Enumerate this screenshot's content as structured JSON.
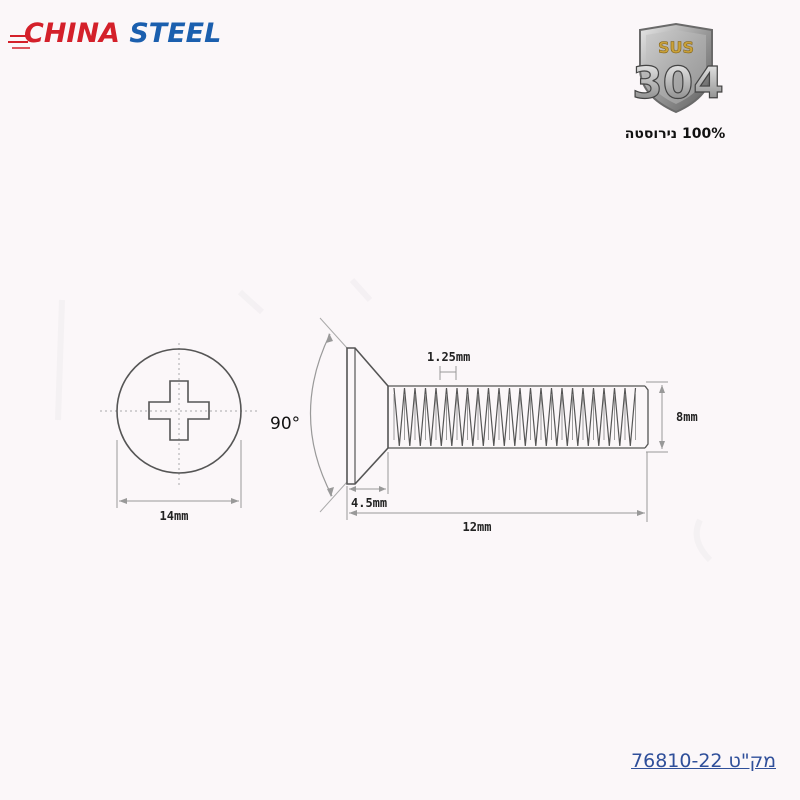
{
  "brand": {
    "word1": "CHINA",
    "word2": "STEEL",
    "color1": "#d4202a",
    "color2": "#1b5fae"
  },
  "material_badge": {
    "grade_top": "SUS",
    "grade_number": "304",
    "caption": "100% נירוסטה"
  },
  "drawing": {
    "head_view": {
      "diameter_label": "14mm",
      "drive": "phillips-cross"
    },
    "side_view": {
      "head_angle_label": "90°",
      "thread_pitch_label": "1.25mm",
      "thread_diameter_label": "8mm",
      "head_height_label": "4.5mm",
      "length_label": "12mm"
    }
  },
  "product_code": "מק\"ט 76810-22",
  "colors": {
    "line": "#555555",
    "dim_line": "#9a9a9a",
    "background": "#fbf7f9"
  }
}
